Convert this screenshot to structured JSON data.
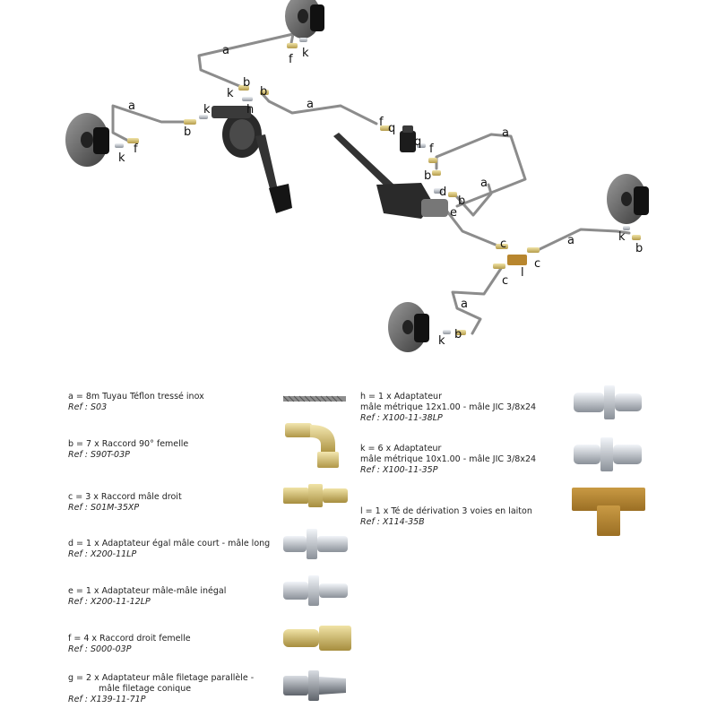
{
  "diagram_labels": {
    "a1": "a",
    "f1": "f",
    "k1": "k",
    "b2": "b",
    "k2": "k",
    "b3": "b",
    "h1": "h",
    "a2": "a",
    "a3": "a",
    "b4": "b",
    "k3": "k",
    "f2": "f",
    "k4": "k",
    "f3": "f",
    "q1": "q",
    "q2": "q",
    "f4": "f",
    "a4": "a",
    "b5": "b",
    "d1": "d",
    "a5": "a",
    "b6": "b",
    "e1": "e",
    "k5": "k",
    "b7": "b",
    "a6": "a",
    "c1": "c",
    "c2": "c",
    "l1": "l",
    "c3": "c",
    "a7": "a",
    "k6": "k",
    "b8": "b"
  },
  "legend_left": [
    {
      "line1": "a = 8m Tuyau Téflon tressé inox",
      "ref": "Ref : S03"
    },
    {
      "line1": "b = 7 x Raccord 90° femelle",
      "ref": "Ref : S90T-03P"
    },
    {
      "line1": "c = 3 x Raccord mâle droit",
      "ref": "Ref : S01M-35XP"
    },
    {
      "line1": "d = 1 x Adaptateur égal mâle court - mâle long",
      "ref": "Ref : X200-11LP"
    },
    {
      "line1": "e = 1 x Adaptateur mâle-mâle inégal",
      "ref": "Ref : X200-11-12LP"
    },
    {
      "line1": "f = 4 x Raccord droit femelle",
      "ref": "Ref : S000-03P"
    },
    {
      "line1": "g = 2 x Adaptateur mâle filetage parallèle -",
      "line2": "mâle filetage conique",
      "ref": "Ref : X139-11-71P"
    }
  ],
  "legend_right": [
    {
      "line1": "h = 1 x Adaptateur",
      "line2": "mâle métrique 12x1.00 - mâle JIC 3/8x24",
      "ref": "Ref : X100-11-38LP"
    },
    {
      "line1": "k = 6 x Adaptateur",
      "line2": "mâle métrique 10x1.00 - mâle JIC 3/8x24",
      "ref": "Ref : X100-11-35P"
    },
    {
      "line1": "l = 1 x Té de dérivation 3 voies en laiton",
      "ref": "Ref : X114-35B"
    }
  ],
  "colors": {
    "hose": "#8e8e8e",
    "brass": "#d4c27a",
    "steel": "#b9bec6",
    "brass_tee": "#b8862e",
    "disc": "#444444"
  }
}
